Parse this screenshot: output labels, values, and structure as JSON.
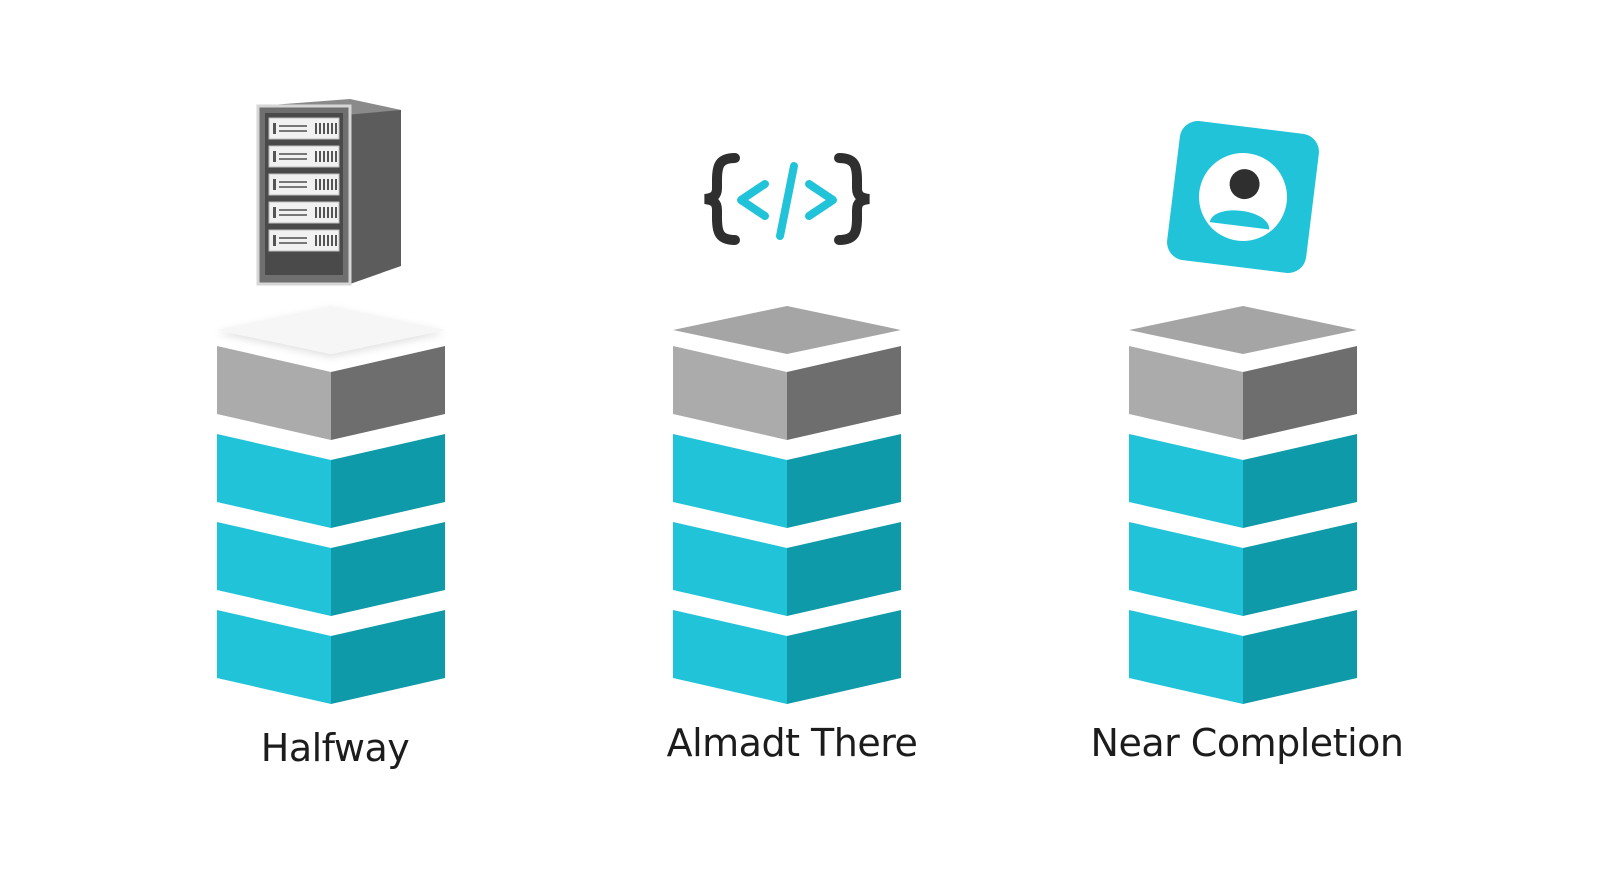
{
  "colors": {
    "background": "#ffffff",
    "teal_left": "#21c3d9",
    "teal_right": "#0f9aaa",
    "gray_left": "#ababab",
    "gray_right": "#6e6e6e",
    "gray_top": "#a5a5a5",
    "empty_top": "#f6f6f6",
    "label_text": "#1c1c1c"
  },
  "columns": [
    {
      "label": "Halfway",
      "icon": "server-rack-icon",
      "blocks": [
        "teal",
        "teal",
        "teal",
        "gray"
      ],
      "top_cap": "empty"
    },
    {
      "label": "Almadt There",
      "icon": "code-brackets-icon",
      "blocks": [
        "teal",
        "teal",
        "teal",
        "gray"
      ],
      "top_cap": "gray"
    },
    {
      "label": "Near Completion",
      "icon": "user-profile-icon",
      "blocks": [
        "teal",
        "teal",
        "teal",
        "gray"
      ],
      "top_cap": "gray"
    }
  ]
}
